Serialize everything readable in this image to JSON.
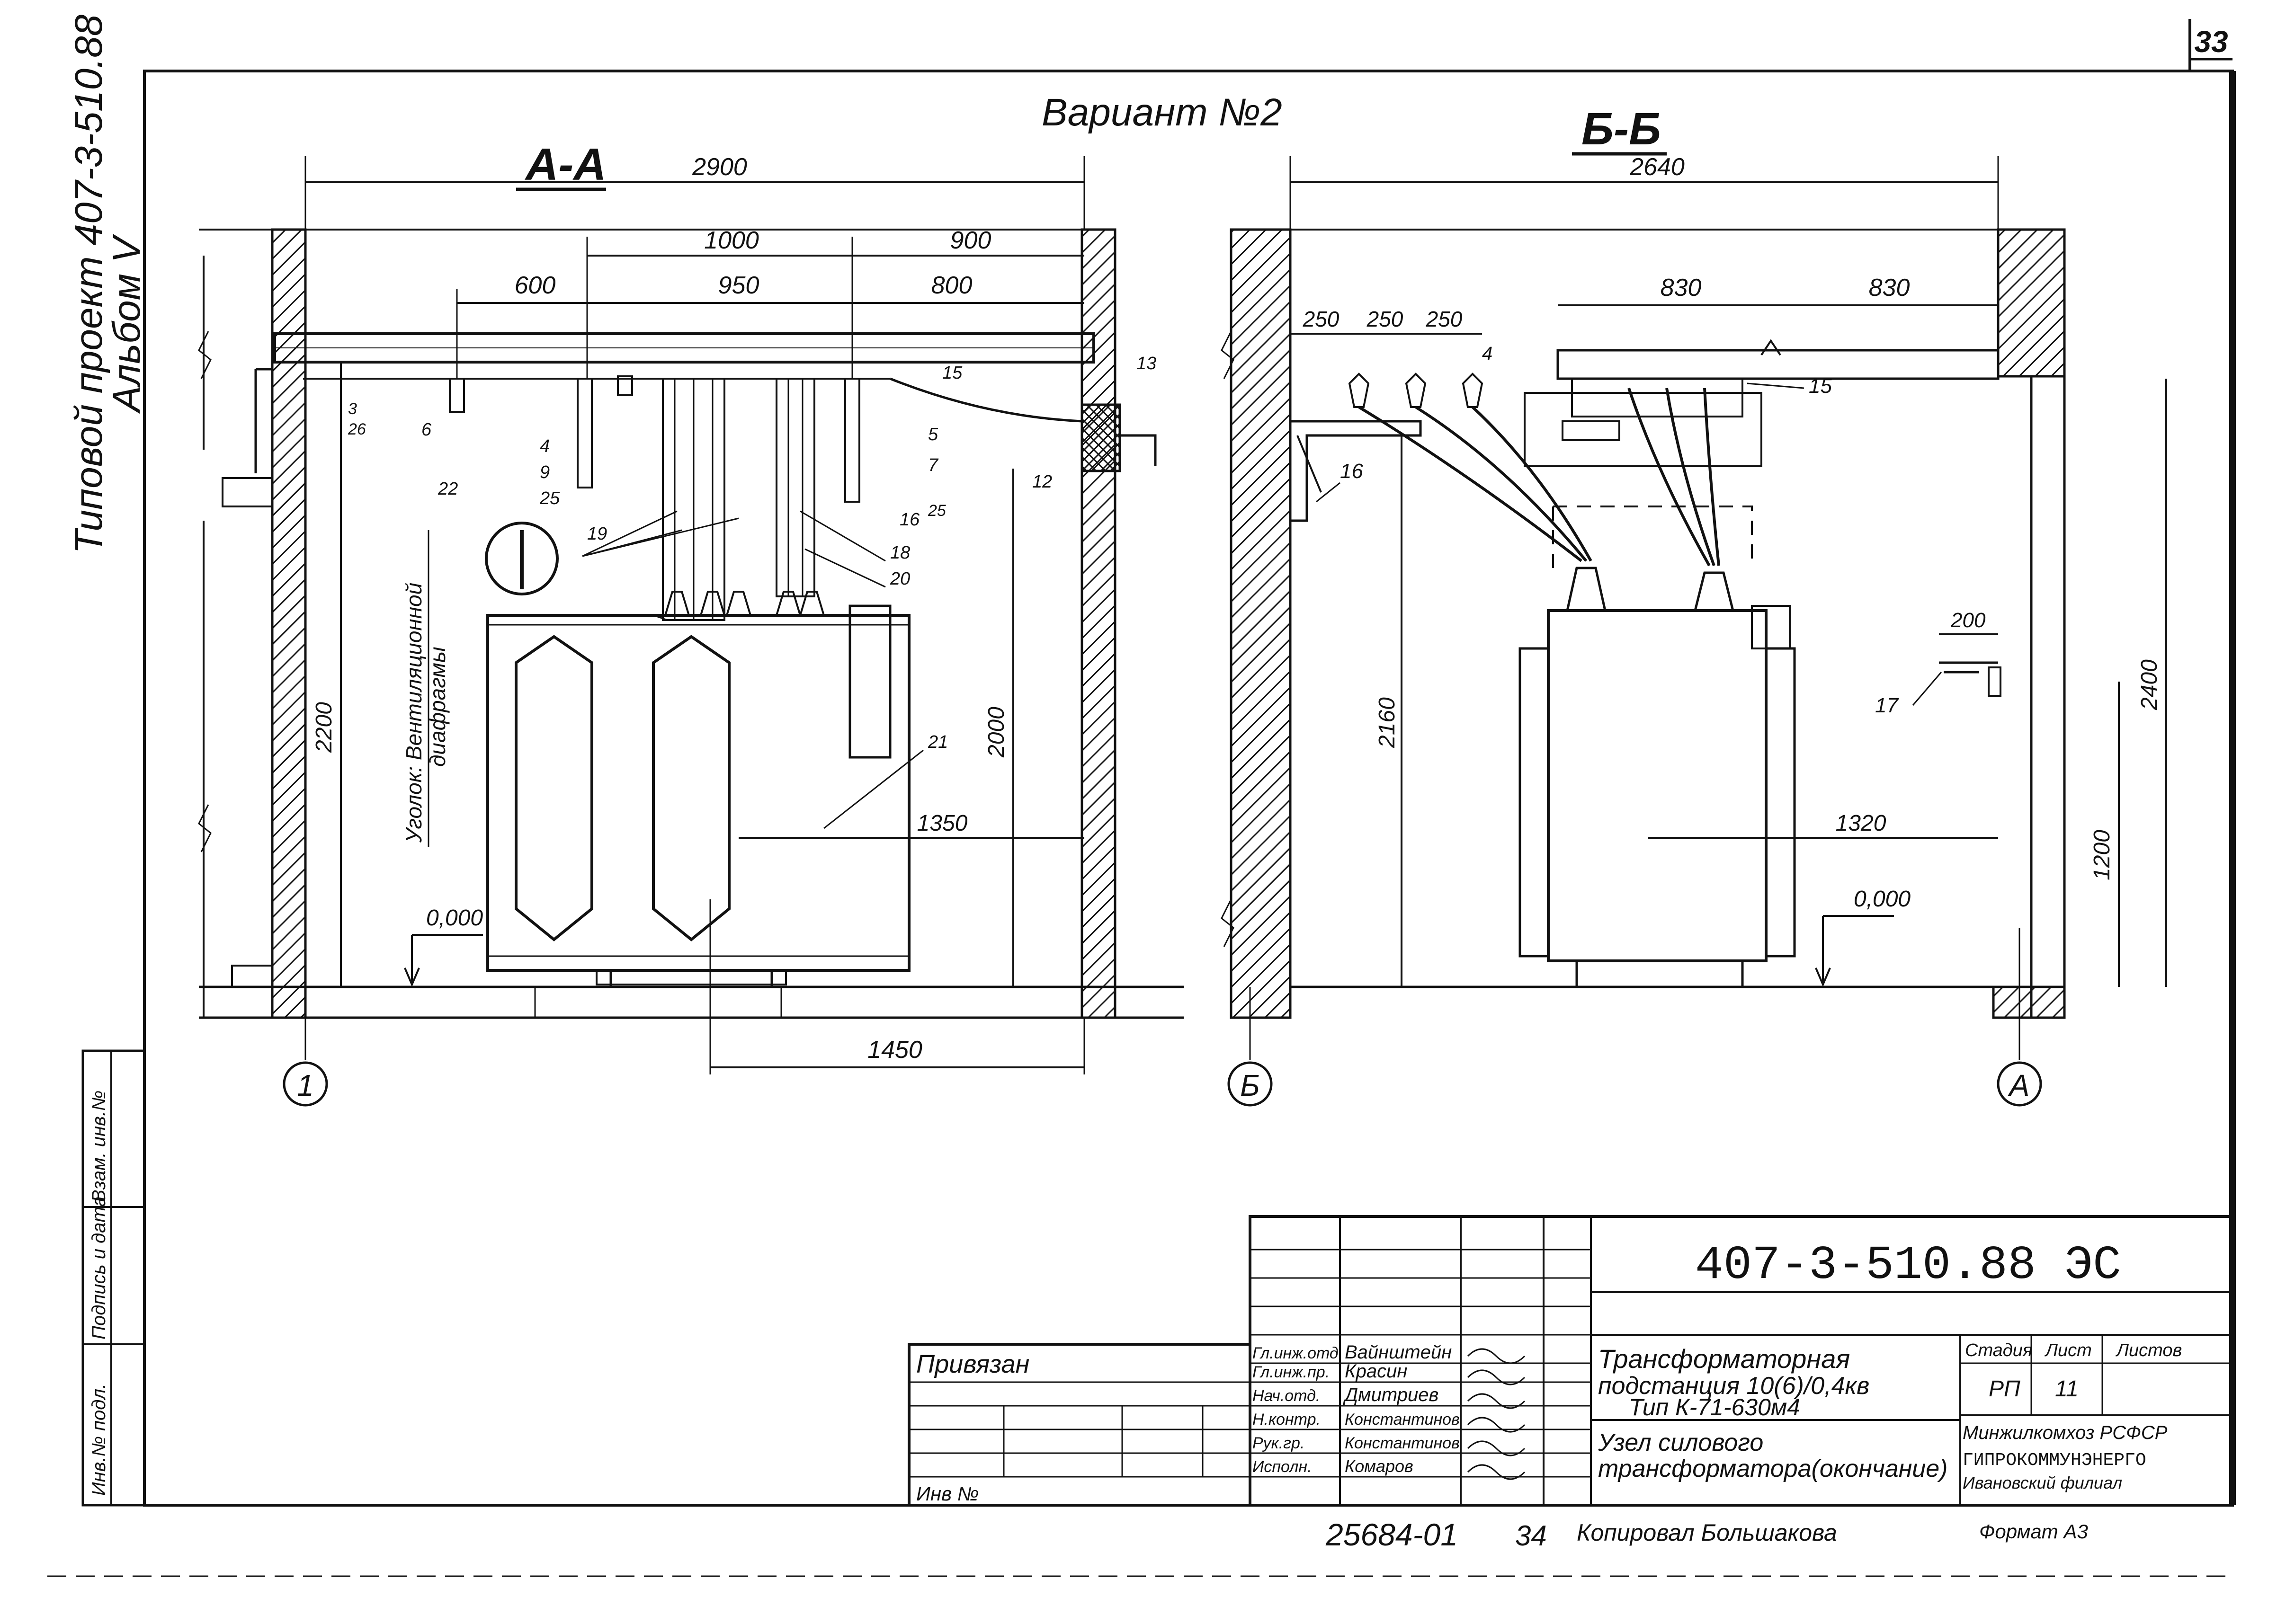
{
  "sheet": {
    "number": "33",
    "left_title_line1": "Типовой проект 407-3-510.88",
    "left_title_line2": "Альбом V",
    "variant": "Вариант №2"
  },
  "section_aa": {
    "title": "А-А",
    "dim_overall": "2900",
    "dim_1000": "1000",
    "dim_900": "900",
    "dim_600": "600",
    "dim_950": "950",
    "dim_800": "800",
    "dim_2200": "2200",
    "dim_2000": "2000",
    "dim_1350": "1350",
    "dim_1450": "1450",
    "level": "0,000",
    "vent_note_1": "Уголок: Вентиляционной",
    "vent_note_2": "диафрагмы",
    "axis_label": "1",
    "callouts": [
      "3",
      "26",
      "6",
      "22",
      "4",
      "9",
      "25",
      "19",
      "15",
      "5",
      "7",
      "25",
      "16",
      "18",
      "20",
      "13",
      "12",
      "21"
    ]
  },
  "section_bb": {
    "title": "Б-Б",
    "dim_overall": "2640",
    "dim_830a": "830",
    "dim_830b": "830",
    "dim_250a": "250",
    "dim_250b": "250",
    "dim_250c": "250",
    "dim_2160": "2160",
    "dim_2400": "2400",
    "dim_1320": "1320",
    "dim_1200": "1200",
    "dim_200": "200",
    "level": "0,000",
    "axis_left": "Б",
    "axis_right": "А",
    "callouts": [
      "4",
      "15",
      "16",
      "17"
    ]
  },
  "stamp": {
    "doc_code": "407-3-510.88 ЭС",
    "privyazan": "Привязан",
    "inv_no": "Инв №",
    "roles": [
      {
        "role": "Гл.инж.отд",
        "name": "Вайнштейн"
      },
      {
        "role": "Гл.инж.пр.",
        "name": "Красин"
      },
      {
        "role": "Нач.отд.",
        "name": "Дмитриев"
      },
      {
        "role": "Н.контр.",
        "name": "Константинов"
      },
      {
        "role": "Рук.гр.",
        "name": "Константинов"
      },
      {
        "role": "Исполн.",
        "name": "Комаров"
      }
    ],
    "title_line1": "Трансформаторная",
    "title_line2": "подстанция 10(6)/0,4кв",
    "title_line3": "Тип К-71-630м4",
    "title_line4": "Узел силового",
    "title_line5": "трансформатора(окончание)",
    "col_stage": "Стадия",
    "col_sheet": "Лист",
    "col_sheets": "Листов",
    "stage_value": "РП",
    "sheet_value": "11",
    "org_line1": "Минжилкомхоз РСФСР",
    "org_line2": "ГИПРОКОММУНЭНЕРГО",
    "org_line3": "Ивановский филиал",
    "side_col1": "Инв.№ подл.",
    "side_col2": "Подпись и дата",
    "side_col3": "Взам. инв.№"
  },
  "footer": {
    "order": "25684-01",
    "page": "34",
    "copied": "Копировал Большакова",
    "format": "Формат А3"
  }
}
